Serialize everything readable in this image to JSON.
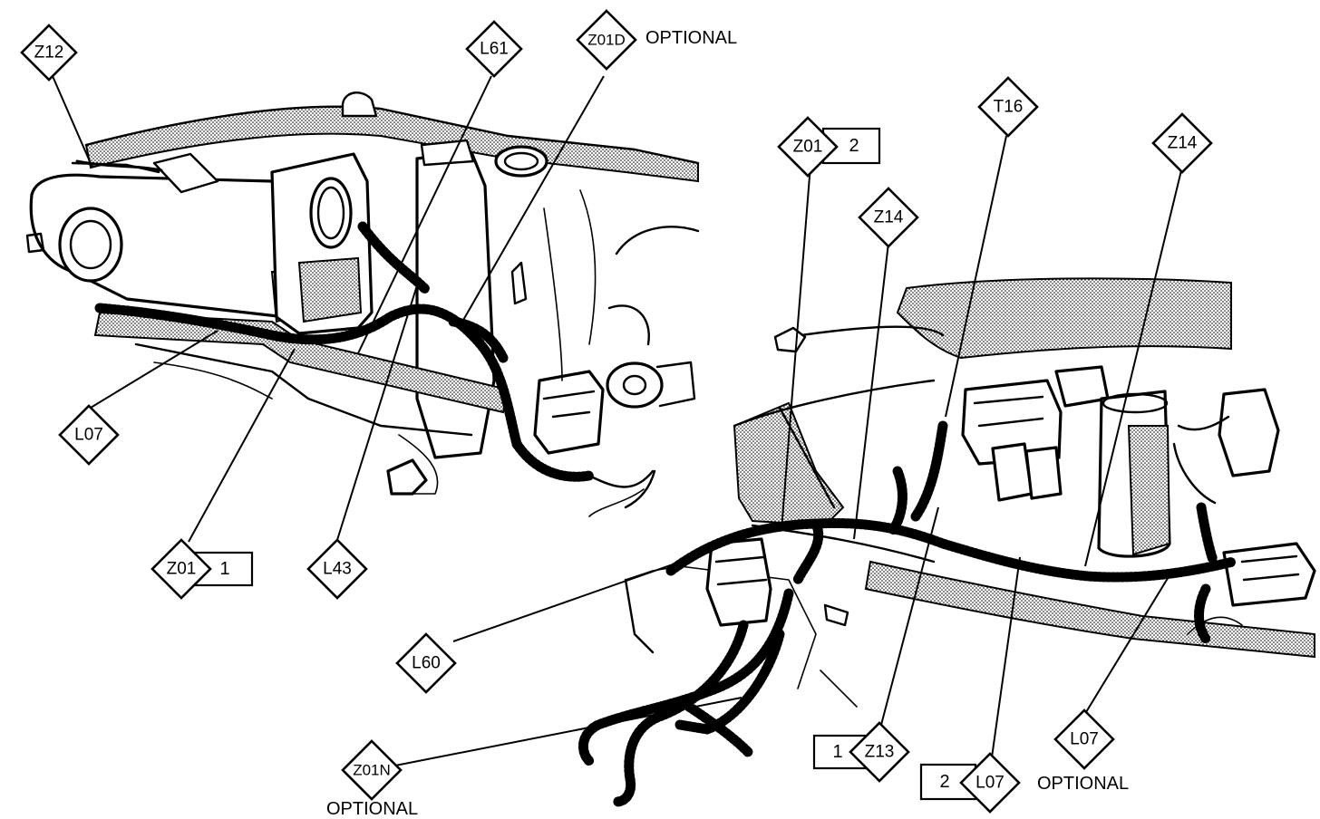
{
  "callouts": {
    "z12": "Z12",
    "l61": "L61",
    "z01d": "Z01D",
    "z01d_note": "OPTIONAL",
    "t16": "T16",
    "z01_right": "Z01",
    "z01_right_box": "2",
    "z14_mid": "Z14",
    "z14_right": "Z14",
    "l07_left": "L07",
    "z01_left": "Z01",
    "z01_left_box": "1",
    "l43": "L43",
    "l60": "L60",
    "z01n": "Z01N",
    "z01n_note": "OPTIONAL",
    "z13": "Z13",
    "z13_box": "1",
    "l07_bottom": "L07",
    "l07_bottom_box": "2",
    "l07_bottom_note": "OPTIONAL",
    "l07_right": "L07"
  },
  "style": {
    "ink": "#000000",
    "background": "#ffffff"
  }
}
